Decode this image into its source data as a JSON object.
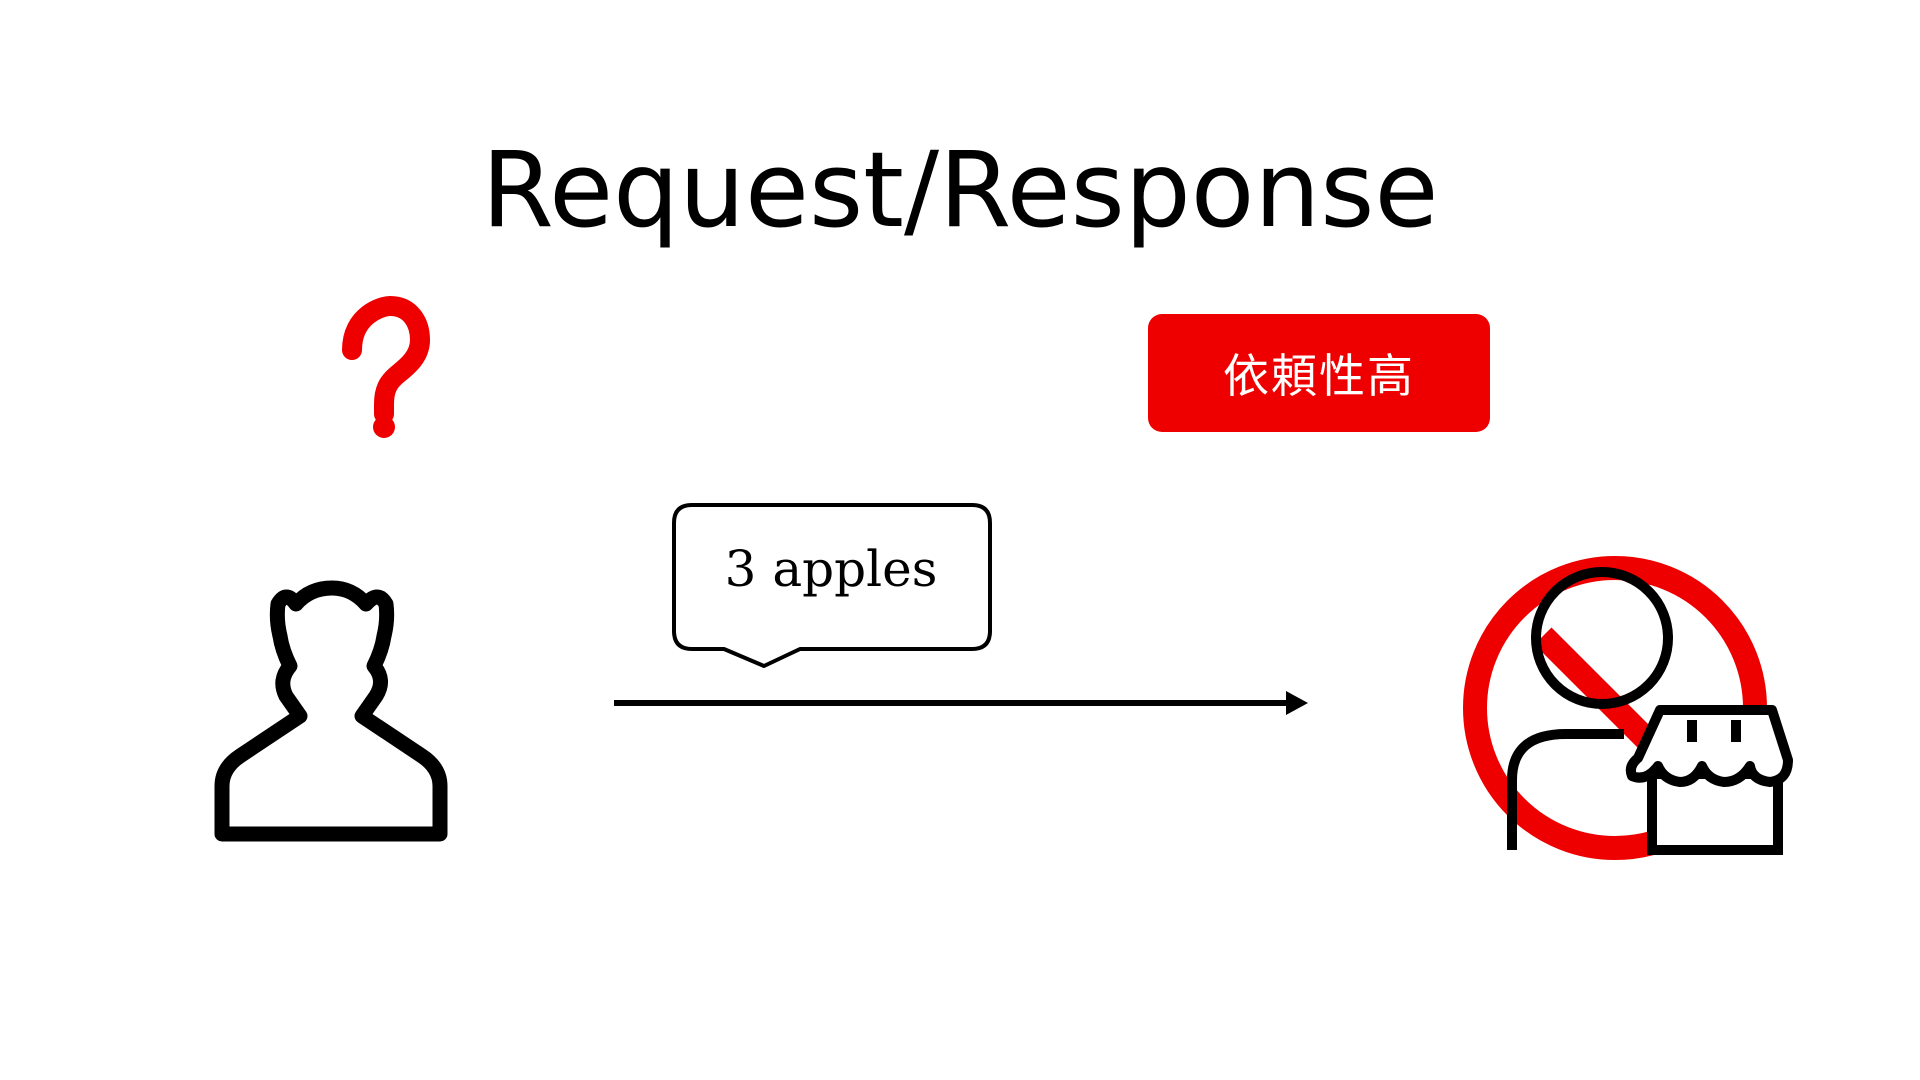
{
  "slide": {
    "title": "Request/Response",
    "badge_label": "依頼性高",
    "message_label": "3 apples"
  },
  "icons": {
    "requester": "person-outline-icon",
    "question": "question-mark-icon",
    "receiver": "shopkeeper-icon",
    "prohibition": "prohibited-sign-icon",
    "store": "storefront-icon"
  },
  "colors": {
    "accent": "#ee0000",
    "ink": "#000000",
    "background": "#ffffff"
  }
}
